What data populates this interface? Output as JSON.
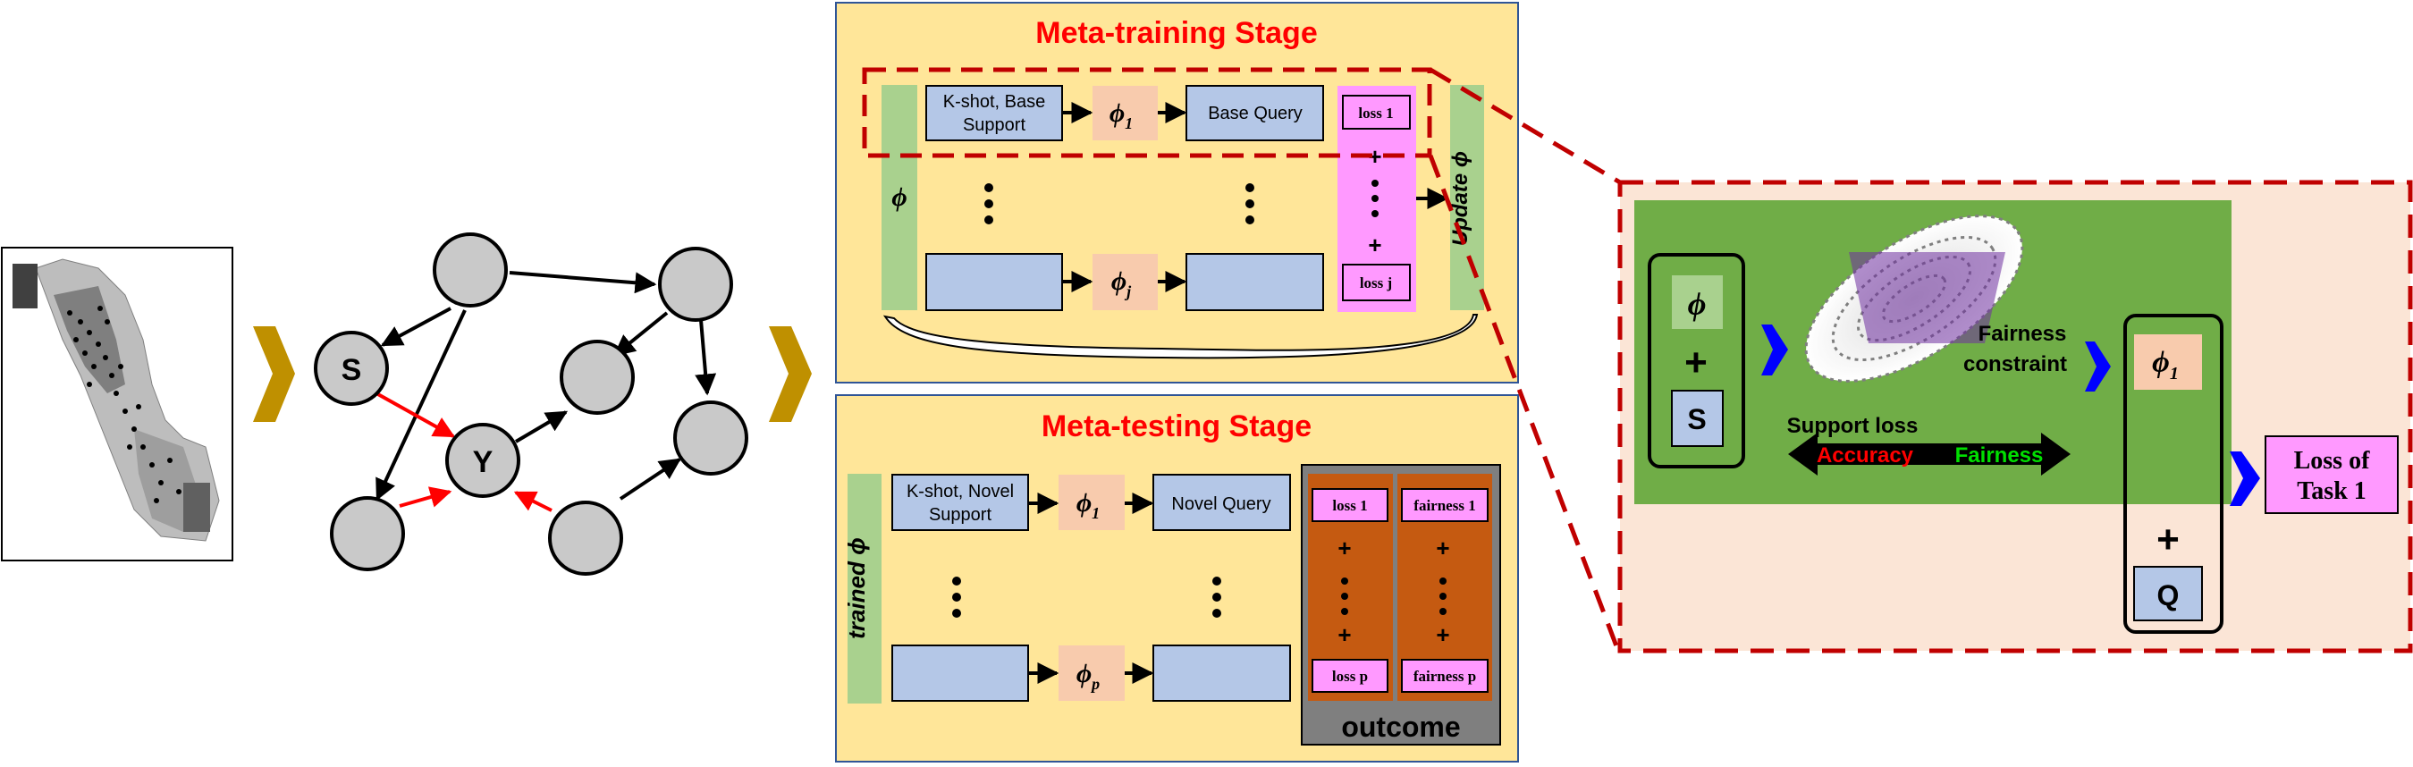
{
  "graph": {
    "nodes": {
      "s": "S",
      "y": "Y"
    }
  },
  "meta_training": {
    "title": "Meta-training Stage",
    "row1": {
      "support": [
        "K-shot, Base",
        "Support"
      ],
      "phi": "ϕ",
      "phi_sub": "1",
      "query": "Base Query"
    },
    "row2": {
      "phi": "ϕ",
      "phi_sub": "j"
    },
    "left_bar": "ϕ",
    "losses": {
      "top": "loss 1",
      "bottom": "loss j",
      "plus": "+"
    },
    "update_label": "Update ϕ"
  },
  "meta_testing": {
    "title": "Meta-testing Stage",
    "row1": {
      "support": [
        "K-shot, Novel",
        "Support"
      ],
      "phi": "ϕ",
      "phi_sub": "1",
      "query": "Novel Query"
    },
    "row2": {
      "phi": "ϕ",
      "phi_sub": "p"
    },
    "left_bar": "trained ϕ",
    "loss_col": {
      "top": "loss 1",
      "bottom": "loss p"
    },
    "fair_col": {
      "top": "fairness 1",
      "bottom": "fairness p"
    },
    "plus": "+",
    "outcome": "outcome"
  },
  "detail": {
    "phi": "ϕ",
    "plus": "+",
    "s": "S",
    "fairness_constraint": [
      "Fairness",
      "constraint"
    ],
    "support_loss": "Support loss",
    "accuracy": "Accuracy",
    "fairness": "Fairness",
    "phi1": "ϕ",
    "phi1_sub": "1",
    "q": "Q",
    "loss_of_task": [
      "Loss of",
      "Task 1"
    ]
  },
  "colors": {
    "gold_arrow": "#bf9000",
    "yellow_panel": "#ffe699",
    "pink": "#ff99ff",
    "blue_box": "#b4c7e7",
    "peach": "#f8cbad",
    "green_bar": "#a9d18e",
    "green_panel": "#70ad47",
    "orange": "#c55a11",
    "red": "#ff0000",
    "dashed_red": "#c00000",
    "blue_arrow": "#0000ff"
  }
}
